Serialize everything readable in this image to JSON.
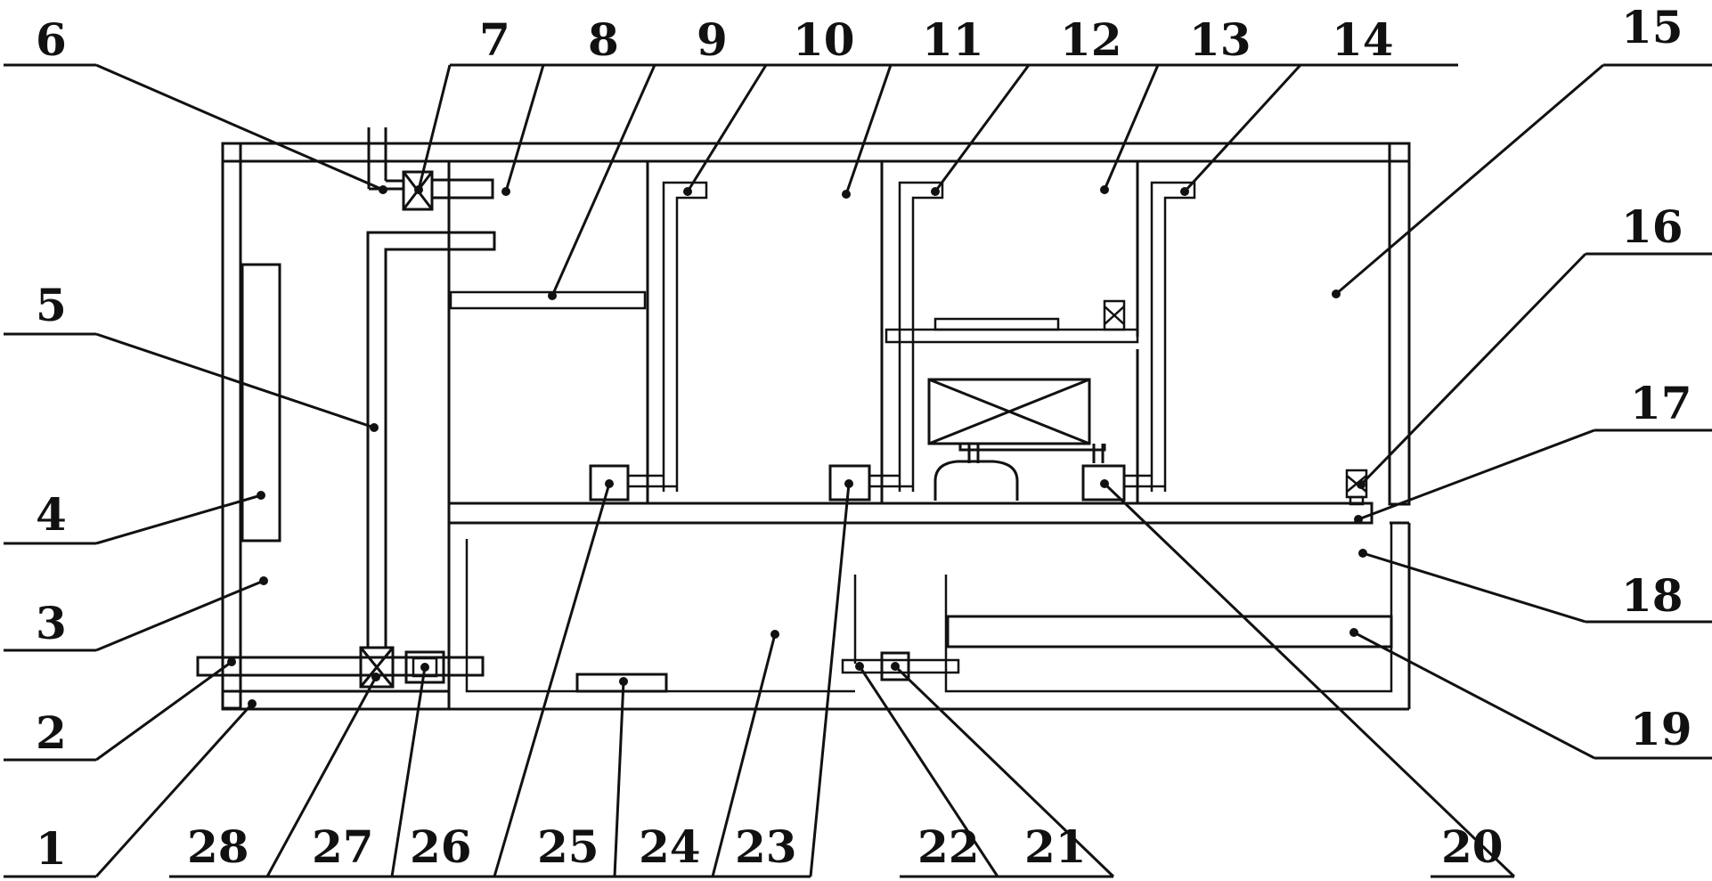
{
  "colors": {
    "ink": "#111111",
    "background": "#ffffff"
  },
  "labels": {
    "n1": "1",
    "n2": "2",
    "n3": "3",
    "n4": "4",
    "n5": "5",
    "n6": "6",
    "n7": "7",
    "n8": "8",
    "n9": "9",
    "n10": "10",
    "n11": "11",
    "n12": "12",
    "n13": "13",
    "n14": "14",
    "n15": "15",
    "n16": "16",
    "n17": "17",
    "n18": "18",
    "n19": "19",
    "n20": "20",
    "n21": "21",
    "n22": "22",
    "n23": "23",
    "n24": "24",
    "n25": "25",
    "n26": "26",
    "n27": "27",
    "n28": "28"
  }
}
